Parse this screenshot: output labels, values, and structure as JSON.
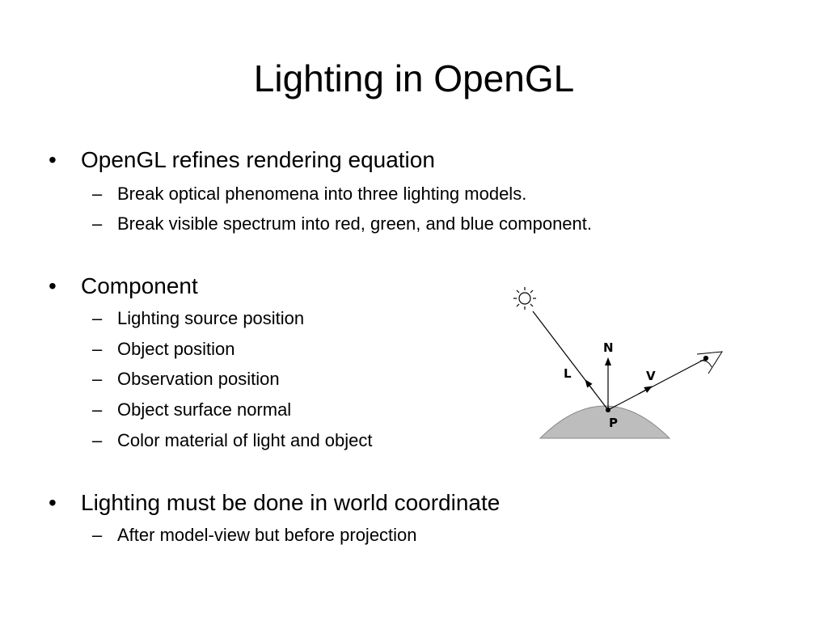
{
  "title": "Lighting in OpenGL",
  "bullet_char": "•",
  "dash_char": "–",
  "sections": [
    {
      "text": "OpenGL refines rendering equation",
      "items": [
        "Break optical phenomena into three lighting models.",
        "Break visible spectrum into red, green, and blue component."
      ]
    },
    {
      "text": "Component",
      "items": [
        "Lighting source position",
        "Object position",
        "Observation position",
        "Object surface normal",
        "Color material of light and object"
      ]
    },
    {
      "text": "Lighting must be done in world coordinate",
      "items": [
        "After model-view but before projection"
      ]
    }
  ],
  "diagram": {
    "labels": {
      "light": "L",
      "normal": "N",
      "view": "V",
      "point": "P"
    },
    "icons": [
      "sun-icon",
      "eye-icon"
    ],
    "surface_color": "#bdbdbd"
  }
}
